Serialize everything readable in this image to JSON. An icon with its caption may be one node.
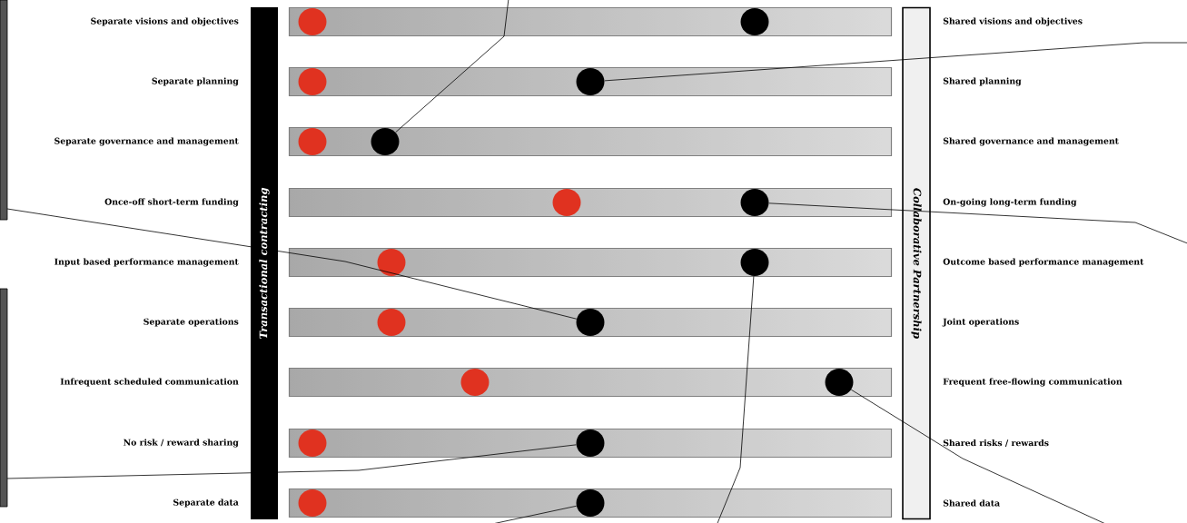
{
  "diagram": {
    "nodes": [
      {
        "text": [],
        "shape": "box"
      },
      {
        "text": [],
        "shape": "box"
      },
      {
        "text": [
          "Transactional contracting"
        ]
      },
      {
        "text": [],
        "shape": "bar"
      },
      {
        "text": [],
        "shape": "bar"
      },
      {
        "text": [],
        "shape": "bar"
      },
      {
        "text": [],
        "shape": "bar"
      },
      {
        "text": [],
        "shape": "bar"
      },
      {
        "text": [],
        "shape": "bar"
      },
      {
        "text": [],
        "shape": "bar"
      },
      {
        "text": [],
        "shape": "bar"
      },
      {
        "text": [],
        "shape": "bar"
      },
      {
        "text": [],
        "shape": "circle",
        "in": 3
      },
      {
        "text": [],
        "shape": "circle",
        "in": 3
      },
      {
        "text": [],
        "shape": "circle",
        "in": 4
      },
      {
        "text": [],
        "shape": "circle",
        "in": 4
      },
      {
        "text": [],
        "shape": "circle",
        "in": 5
      },
      {
        "text": [],
        "shape": "circle",
        "in": 5
      },
      {
        "text": [],
        "shape": "circle",
        "in": 6
      },
      {
        "text": [],
        "shape": "circle",
        "in": 6
      },
      {
        "text": [],
        "shape": "circle",
        "in": 7
      },
      {
        "text": [],
        "shape": "circle",
        "in": 7
      },
      {
        "text": [],
        "shape": "circle",
        "in": 8
      },
      {
        "text": [],
        "shape": "circle",
        "in": 8
      },
      {
        "text": [],
        "shape": "circle",
        "in": 9
      },
      {
        "text": [],
        "shape": "circle",
        "in": 9
      },
      {
        "text": [],
        "shape": "circle",
        "in": 10
      },
      {
        "text": [],
        "shape": "circle",
        "in": 10
      },
      {
        "text": [],
        "shape": "circle",
        "in": 11
      },
      {
        "text": [],
        "shape": "circle",
        "in": 11
      },
      {
        "text": [
          "Collaborative Partnership"
        ]
      }
    ],
    "edges": [
      {
        "from": 17,
        "to": null,
        "arrow": "none"
      },
      {
        "from": 15,
        "to": null,
        "arrow": "none"
      },
      {
        "from": 19,
        "to": null,
        "arrow": "none"
      },
      {
        "from": 21,
        "to": null,
        "arrow": "none"
      },
      {
        "from": 0,
        "to": 23,
        "arrow": "none"
      },
      {
        "from": 25,
        "to": null,
        "arrow": "none"
      },
      {
        "from": 1,
        "to": 27,
        "arrow": "none"
      },
      {
        "from": 29,
        "to": null,
        "arrow": "none"
      }
    ],
    "labels": [
      "Separate visions and objectives",
      "Shared visions and objectives",
      "Separate planning",
      "Shared planning",
      "Separate governance and management",
      "Shared governance and management",
      "Once-off short-term funding",
      "On-going long-term funding",
      "Input based performance management",
      "Outcome based performance management",
      "Separate operations",
      "Joint operations",
      "Infrequent scheduled communication",
      "Frequent free-flowing communication",
      "No risk / reward sharing",
      "Shared risks / rewards",
      "Separate data",
      "Shared data"
    ]
  }
}
